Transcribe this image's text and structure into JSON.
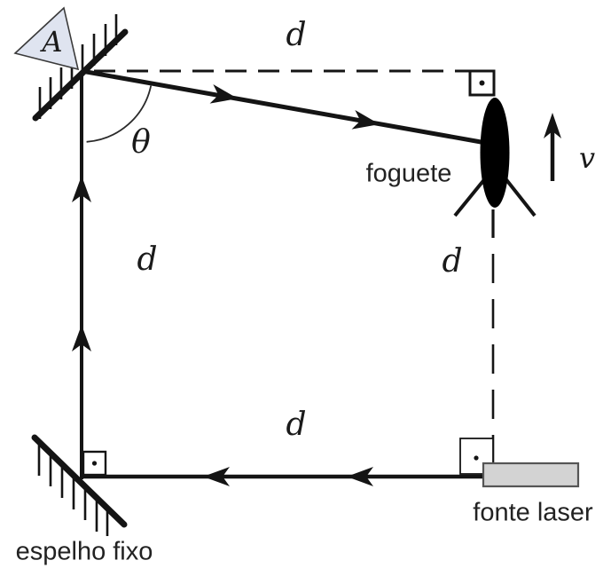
{
  "labels": {
    "prism": "A",
    "angle": "θ",
    "d_top": "d",
    "d_left": "d",
    "d_right": "d",
    "d_bottom": "d",
    "rocket": "foguete",
    "velocity": "v",
    "fixed_mirror": "espelho fixo",
    "laser_source": "fonte laser"
  },
  "colors": {
    "line": "#141414",
    "prism_fill": "#dfe4f0",
    "prism_border": "#3a3a3a",
    "laser_fill": "#d3d3d3",
    "laser_border": "#555555"
  }
}
